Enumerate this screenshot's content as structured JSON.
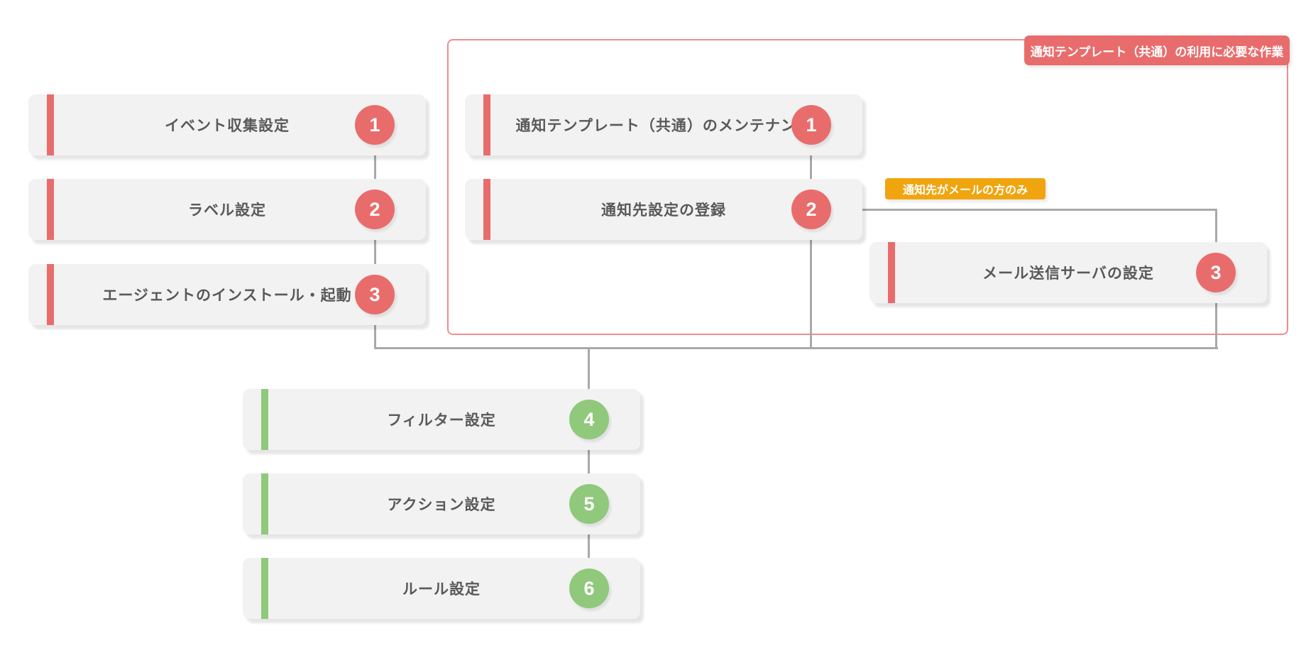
{
  "diagram_title": "setup-workflow-diagram",
  "colors": {
    "red": "#e96c6c",
    "green": "#90c87c",
    "orange": "#f0a50f",
    "box_bg": "#f2f2f2",
    "text": "#595959",
    "line": "#a9a9a9",
    "container_border": "#f08d8d"
  },
  "badges": {
    "template_usage": "通知テンプレート（共通）の利用に必要な作業",
    "mail_only": "通知先がメールの方のみ"
  },
  "nodes": [
    {
      "label": "イベント収集設定",
      "num": "1",
      "group": "red"
    },
    {
      "label": "ラベル設定",
      "num": "2",
      "group": "red"
    },
    {
      "label": "エージェントのインストール・起動",
      "num": "3",
      "group": "red"
    },
    {
      "label": "通知テンプレート（共通）のメンテナンス",
      "num": "1",
      "group": "red"
    },
    {
      "label": "通知先設定の登録",
      "num": "2",
      "group": "red"
    },
    {
      "label": "メール送信サーバの設定",
      "num": "3",
      "group": "red"
    },
    {
      "label": "フィルター設定",
      "num": "4",
      "group": "green"
    },
    {
      "label": "アクション設定",
      "num": "5",
      "group": "green"
    },
    {
      "label": "ルール設定",
      "num": "6",
      "group": "green"
    }
  ]
}
